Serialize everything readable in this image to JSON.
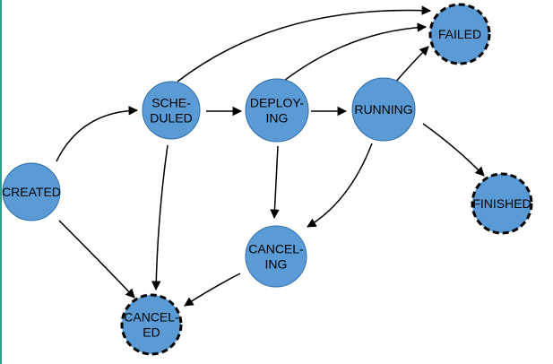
{
  "colors": {
    "node_fill": "#5b9bd5",
    "node_stroke": "#2f6ea8",
    "terminal_stroke": "#000000",
    "edge": "#000000",
    "left_rule": "#2f9e8f"
  },
  "nodes": [
    {
      "id": "created",
      "lines": [
        "CREATED"
      ],
      "terminal": false
    },
    {
      "id": "scheduled",
      "lines": [
        "SCHE-",
        "DULED"
      ],
      "terminal": false
    },
    {
      "id": "deploying",
      "lines": [
        "DEPLOY-",
        "ING"
      ],
      "terminal": false
    },
    {
      "id": "running",
      "lines": [
        "RUNNING"
      ],
      "terminal": false
    },
    {
      "id": "failed",
      "lines": [
        "FAILED"
      ],
      "terminal": true
    },
    {
      "id": "finished",
      "lines": [
        "FINISHED"
      ],
      "terminal": true
    },
    {
      "id": "canceling",
      "lines": [
        "CANCEL-",
        "ING"
      ],
      "terminal": false
    },
    {
      "id": "canceled",
      "lines": [
        "CANCEL-",
        "ED"
      ],
      "terminal": true
    }
  ],
  "edges": [
    {
      "from": "created",
      "to": "scheduled"
    },
    {
      "from": "created",
      "to": "canceled"
    },
    {
      "from": "scheduled",
      "to": "deploying"
    },
    {
      "from": "scheduled",
      "to": "failed"
    },
    {
      "from": "scheduled",
      "to": "canceled"
    },
    {
      "from": "deploying",
      "to": "running"
    },
    {
      "from": "deploying",
      "to": "failed"
    },
    {
      "from": "deploying",
      "to": "canceling"
    },
    {
      "from": "running",
      "to": "failed"
    },
    {
      "from": "running",
      "to": "finished"
    },
    {
      "from": "running",
      "to": "canceling"
    },
    {
      "from": "canceling",
      "to": "canceled"
    }
  ]
}
